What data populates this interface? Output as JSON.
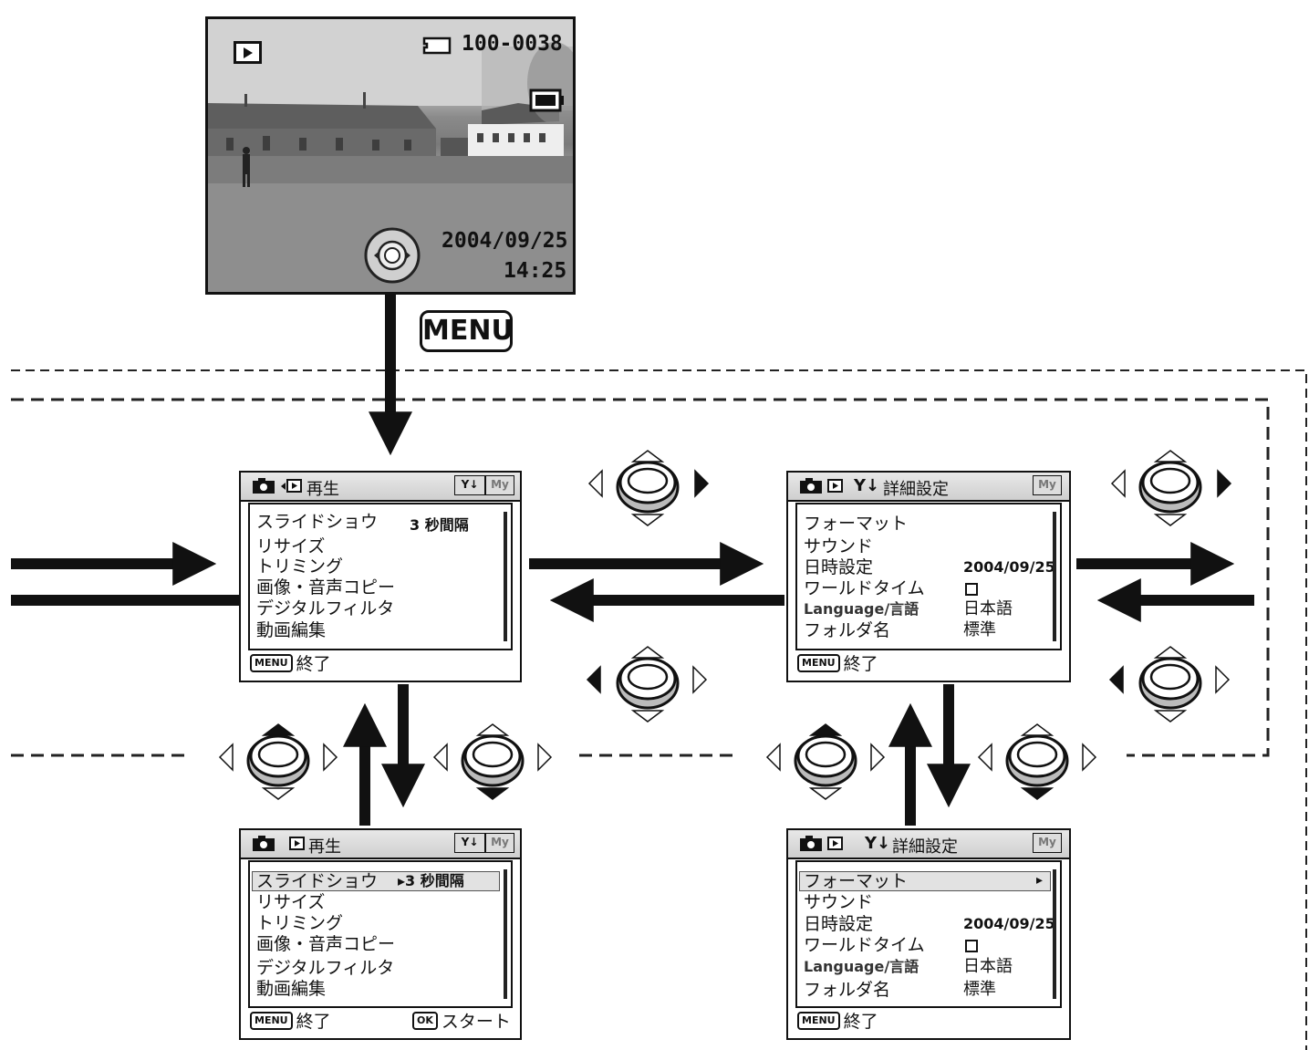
{
  "camera": {
    "file_number": "100-0038",
    "date": "2004/09/25",
    "time": "14:25"
  },
  "menu_key_label": "MENU",
  "playback_menu": {
    "title": "再生",
    "items": [
      "スライドショウ",
      "リサイズ",
      "トリミング",
      "画像・音声コピー",
      "デジタルフィルタ",
      "動画編集"
    ],
    "slideshow_value": "3 秒間隔",
    "slideshow_value_active": "▸3 秒間隔",
    "footer_key": "MENU",
    "footer_label": "終了",
    "ok_key": "OK",
    "ok_label": "スタート"
  },
  "setup_menu": {
    "title": "詳細設定",
    "items": [
      "フォーマット",
      "サウンド",
      "日時設定",
      "ワールドタイム",
      "Language/言語",
      "フォルダ名"
    ],
    "date_value": "2004/09/25",
    "language_value": "日本語",
    "folder_value": "標準",
    "footer_key": "MENU",
    "footer_label": "終了"
  },
  "tab_labels": {
    "setup": "Y↓",
    "my": "My"
  },
  "icons": [
    "playback-icon",
    "card-icon",
    "battery-icon",
    "four-way-controller-icon",
    "camera-icon",
    "arrow-icon"
  ]
}
